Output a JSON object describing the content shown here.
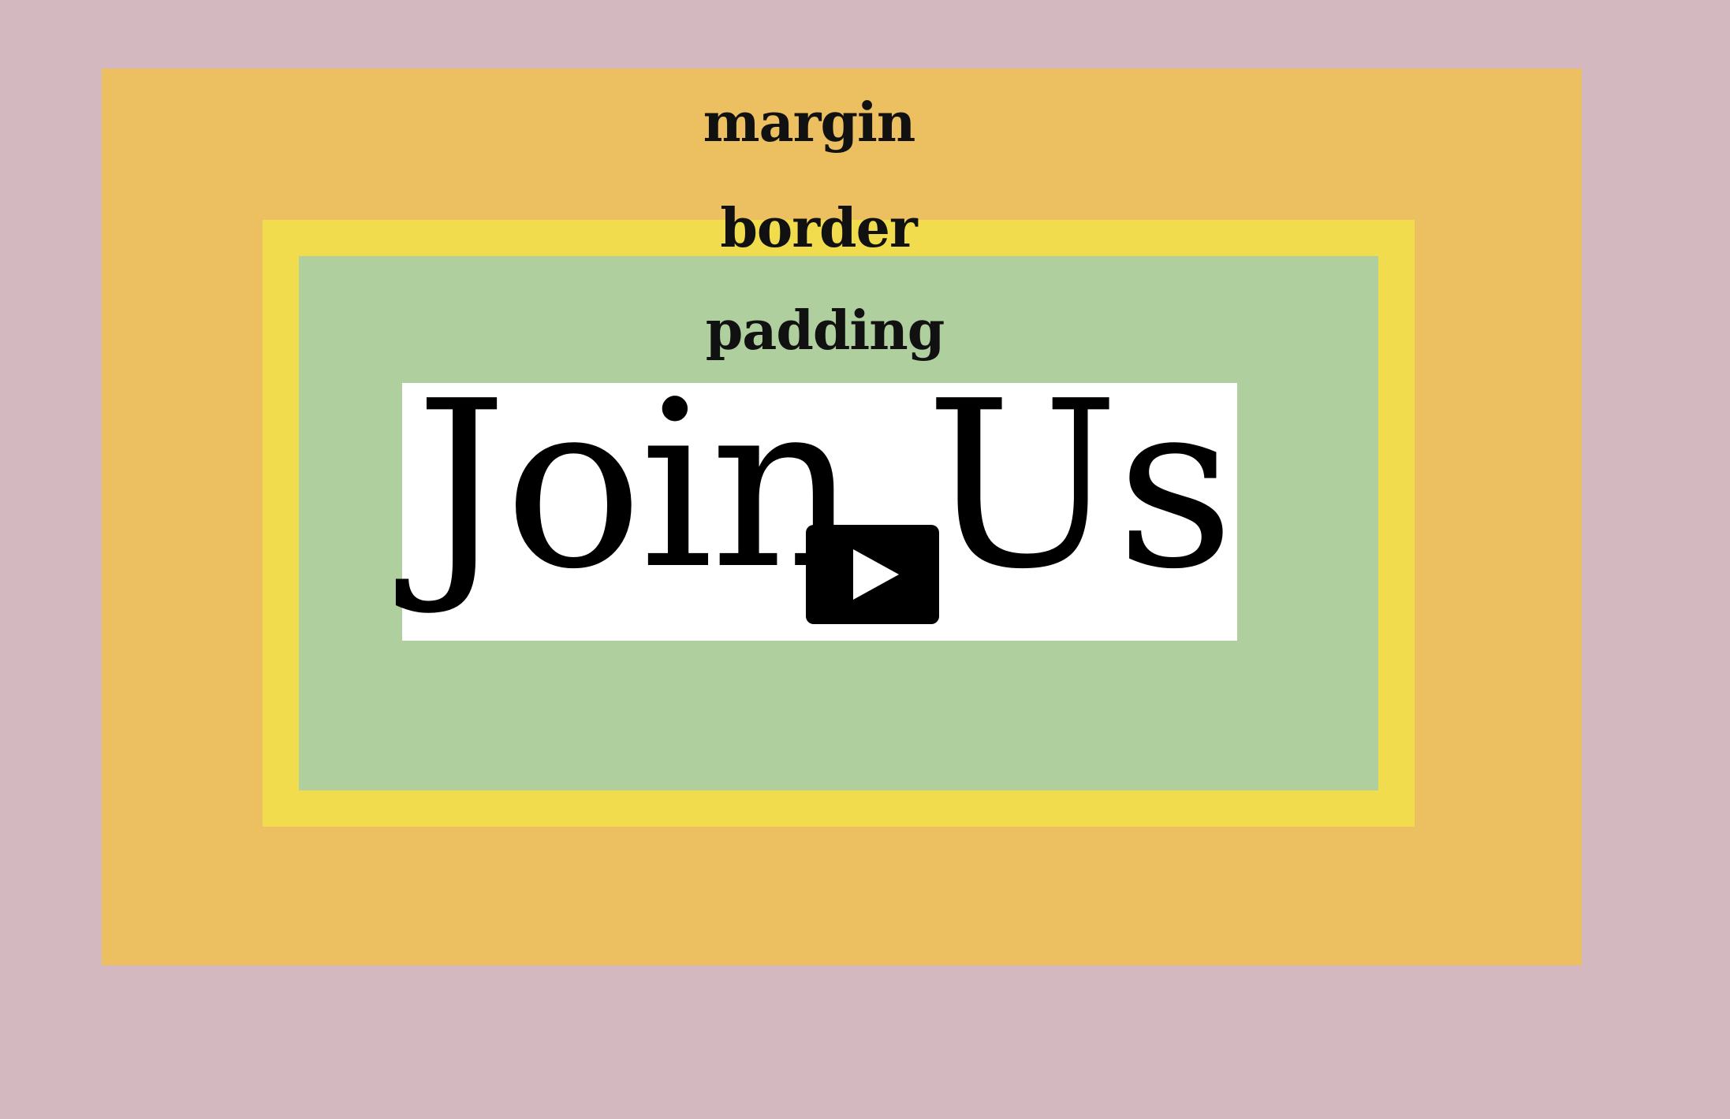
{
  "diagram": {
    "layers": {
      "margin": "margin",
      "border": "border",
      "padding": "padding"
    },
    "content_text": "Join Us"
  },
  "colors": {
    "background": "#d3b8c0",
    "margin": "#ecbf60",
    "border": "#f1dc4d",
    "padding": "#b0cf9f",
    "content": "#ffffff"
  },
  "video_overlay": {
    "icon": "play-icon"
  }
}
